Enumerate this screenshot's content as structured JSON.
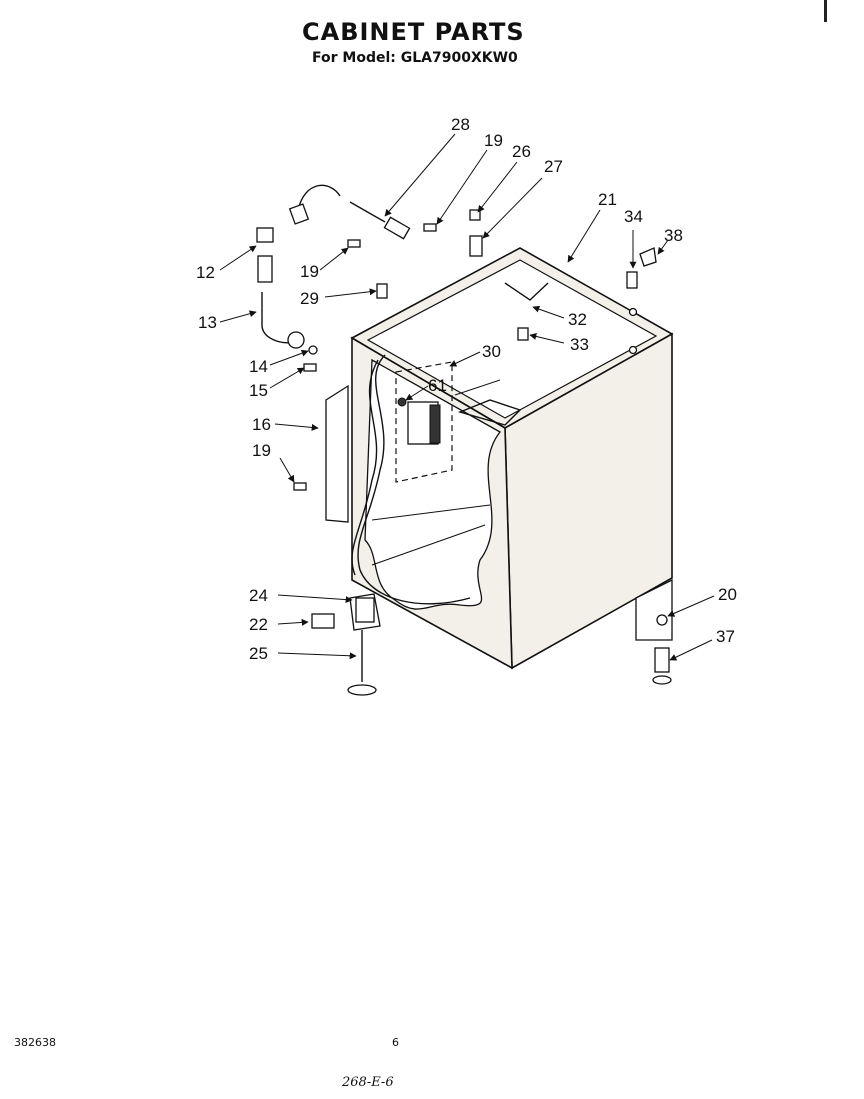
{
  "header": {
    "title": "CABINET PARTS",
    "subtitle": "For Model: GLA7900XKW0"
  },
  "callouts": [
    "28",
    "19",
    "26",
    "27",
    "21",
    "34",
    "38",
    "12",
    "19",
    "29",
    "13",
    "32",
    "33",
    "14",
    "30",
    "15",
    "61",
    "16",
    "19",
    "24",
    "22",
    "25",
    "20",
    "37"
  ],
  "footer": {
    "document_number": "382638",
    "page_number": "6",
    "handwritten_note": "268-E-6"
  }
}
